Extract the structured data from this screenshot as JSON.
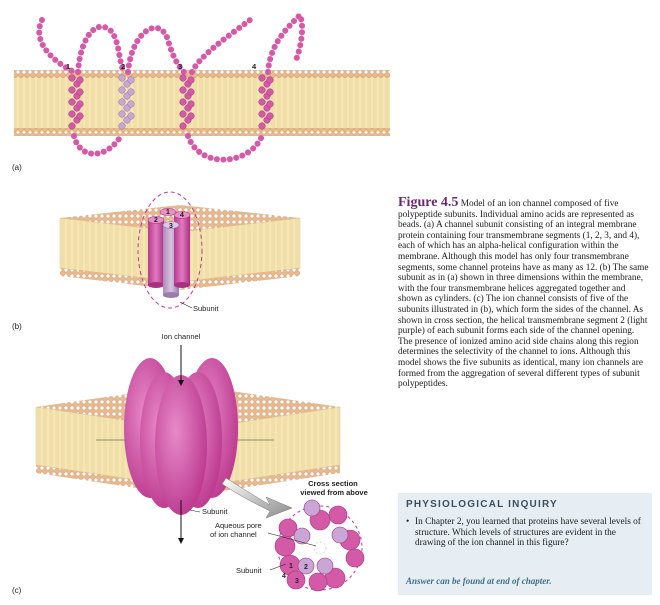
{
  "panel_a": {
    "letter": "(a)",
    "segment_labels": [
      "1",
      "2",
      "3",
      "4"
    ]
  },
  "panel_b": {
    "letter": "(b)",
    "helix_labels": [
      "1",
      "2",
      "3",
      "4"
    ],
    "subunit_label": "Subunit"
  },
  "panel_c": {
    "letter": "(c)",
    "ion_channel_label": "Ion channel",
    "cross_section_label_line1": "Cross section",
    "cross_section_label_line2": "viewed from above",
    "subunit_label_1": "Subunit",
    "aqueous_pore_line1": "Aqueous pore",
    "aqueous_pore_line2": "of ion channel",
    "subunit_label_2": "Subunit",
    "cross_section_numbers": [
      "1",
      "2",
      "3",
      "4"
    ]
  },
  "caption": {
    "figure_number": "Figure 4.5",
    "text": "Model of an ion channel composed of five polypeptide subunits. Individual amino acids are represented as beads. (a) A channel subunit consisting of an integral membrane protein containing four transmembrane segments (1, 2, 3, and 4), each of which has an alpha-helical configuration within the membrane. Although this model has only four transmembrane segments, some channel proteins have as many as 12. (b) The same subunit as in (a) shown in three dimensions within the membrane, with the four transmembrane helices aggregated together and shown as cylinders. (c) The ion channel consists of five of the subunits illustrated in (b), which form the sides of the channel. As shown in cross section, the helical transmembrane segment 2 (light purple) of each subunit forms each side of the channel opening. The presence of ionized amino acid side chains along this region determines the selectivity of the channel to ions. Although this model shows the five subunits as identical, many ion channels are formed from the aggregation of several different types of subunit polypeptides."
  },
  "inquiry": {
    "title": "PHYSIOLOGICAL INQUIRY",
    "question": "In Chapter 2, you learned that proteins have several levels of structure. Which levels of structures are evident in the drawing of the ion channel in this figure?",
    "answer_note": "Answer can be found at end of chapter."
  },
  "colors": {
    "membrane": "#f3e2a9",
    "lipid_head": "#e8b98c",
    "protein": "#d45aa8",
    "helix_light": "#c9a6d6",
    "caption_accent": "#6b2a6e",
    "inquiry_bg": "#e6eef3"
  }
}
